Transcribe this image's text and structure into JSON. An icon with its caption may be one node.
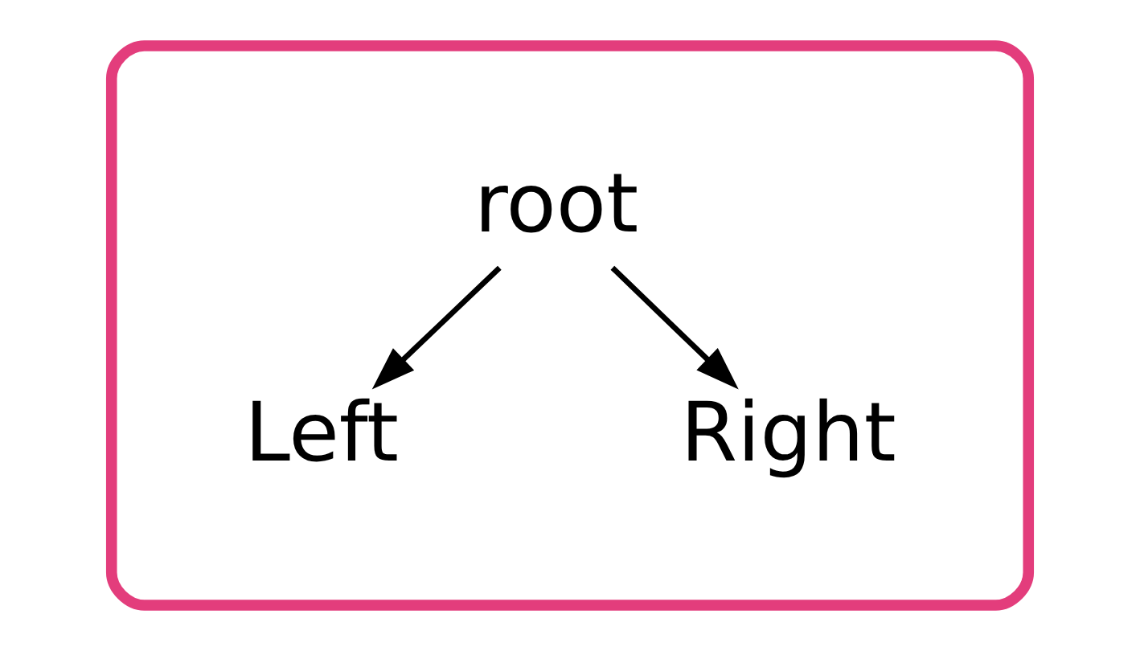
{
  "diagram": {
    "nodes": [
      {
        "text": [],
        "shape": "cloud"
      },
      {
        "text": [
          "root"
        ],
        "in": 0
      },
      {
        "text": [
          "Left"
        ],
        "in": 0
      },
      {
        "text": [
          "Right"
        ],
        "in": 0
      }
    ],
    "edges": [
      {
        "from": 1,
        "to": 2,
        "arrow": "to"
      },
      {
        "from": 1,
        "to": 3,
        "arrow": "to"
      }
    ]
  }
}
